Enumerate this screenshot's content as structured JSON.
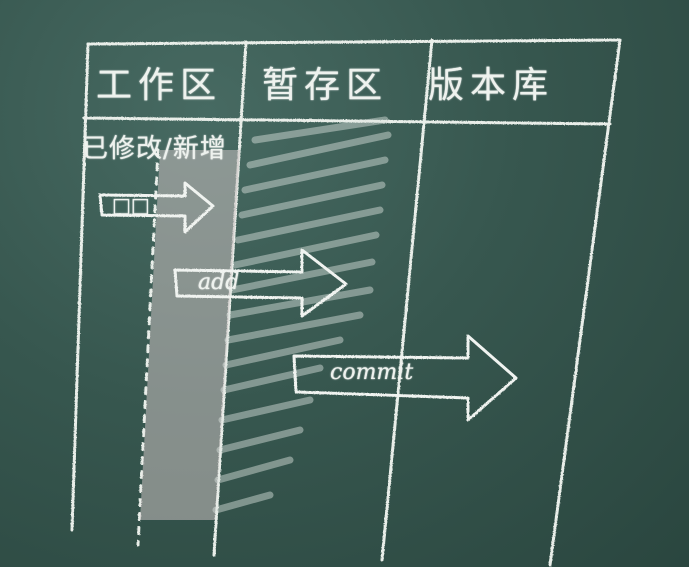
{
  "board": {
    "columns": [
      "工作区",
      "暂存区",
      "版本库"
    ],
    "note": "已修改/新增",
    "arrows": [
      {
        "label": "□□"
      },
      {
        "label": "add"
      },
      {
        "label": "commit"
      }
    ]
  }
}
